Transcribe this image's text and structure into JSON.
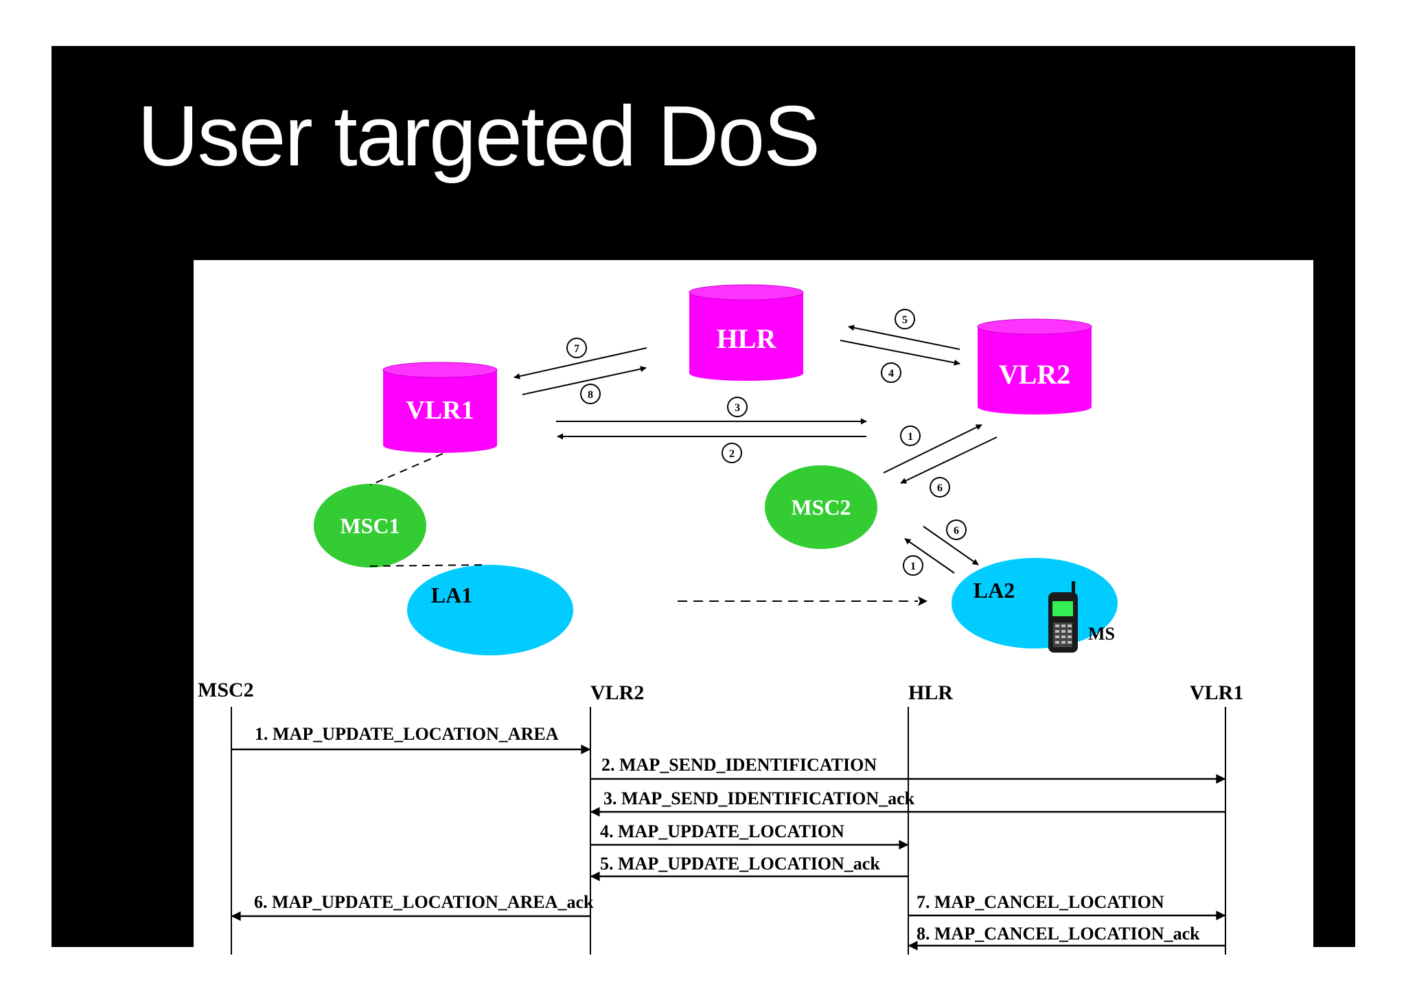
{
  "slide": {
    "title": "User targeted DoS"
  },
  "network": {
    "nodes": {
      "hlr": "HLR",
      "vlr1": "VLR1",
      "vlr2": "VLR2",
      "msc1": "MSC1",
      "msc2": "MSC2",
      "la1": "LA1",
      "la2": "LA2",
      "ms": "MS"
    },
    "step_markers": [
      "1",
      "2",
      "3",
      "4",
      "5",
      "6",
      "7",
      "8"
    ]
  },
  "sequence": {
    "lifelines": [
      "MSC2",
      "VLR2",
      "HLR",
      "VLR1"
    ],
    "messages": [
      "1. MAP_UPDATE_LOCATION_AREA",
      "2. MAP_SEND_IDENTIFICATION",
      "3. MAP_SEND_IDENTIFICATION_ack",
      "4. MAP_UPDATE_LOCATION",
      "5. MAP_UPDATE_LOCATION_ack",
      "6. MAP_UPDATE_LOCATION_AREA_ack",
      "7. MAP_CANCEL_LOCATION",
      "8. MAP_CANCEL_LOCATION_ack"
    ]
  },
  "colors": {
    "slide_bg": "#000000",
    "title": "#ffffff",
    "database": "#ff00ff",
    "msc": "#33cc33",
    "location_area": "#00ccff",
    "line": "#000000"
  }
}
